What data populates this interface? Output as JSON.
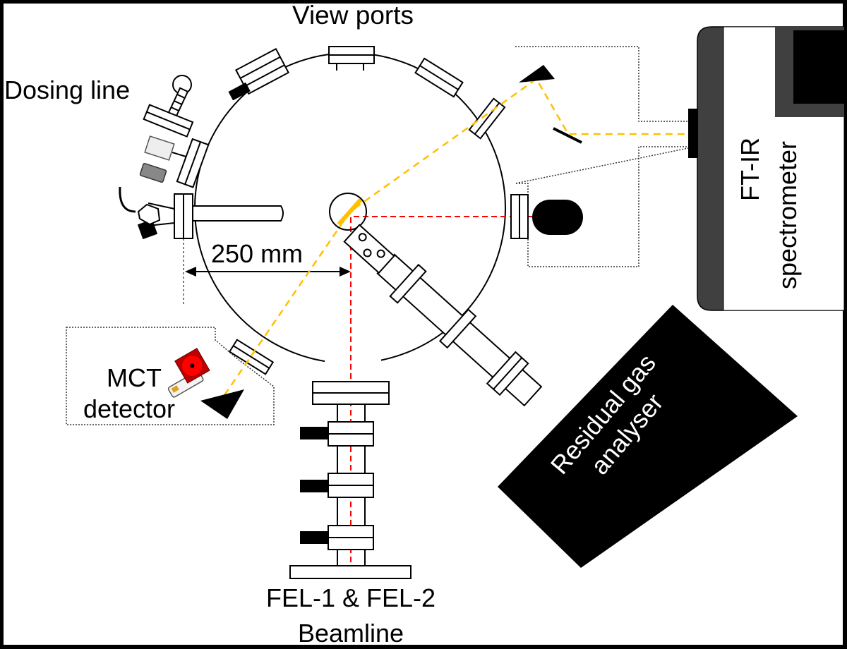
{
  "labels": {
    "view_ports": "View ports",
    "dosing_line": "Dosing line",
    "distance": "250 mm",
    "mct_line1": "MCT",
    "mct_line2": "detector",
    "ftir_line1": "FT-IR",
    "ftir_line2": "spectrometer",
    "rga_line1": "Residual gas",
    "rga_line2": "analyser",
    "beamline_line1": "FEL-1 & FEL-2",
    "beamline_line2": "Beamline"
  },
  "colors": {
    "ir_beam": "#ffc000",
    "fel_beam": "#ff0000",
    "sample": "#ffc000",
    "ftir_body": "#404040",
    "mct_detector": "#ff0000",
    "outline": "#000000"
  },
  "components": [
    "view-port-top",
    "view-port-upper-left",
    "view-port-upper-right",
    "view-port-ir-entrance",
    "view-port-ir-exit",
    "dosing-line",
    "sample-manipulator",
    "sample-holder",
    "right-port-detector",
    "rga-flange-tube",
    "beamline-flanges",
    "ftir-spectrometer",
    "mct-detector",
    "residual-gas-analyser"
  ]
}
